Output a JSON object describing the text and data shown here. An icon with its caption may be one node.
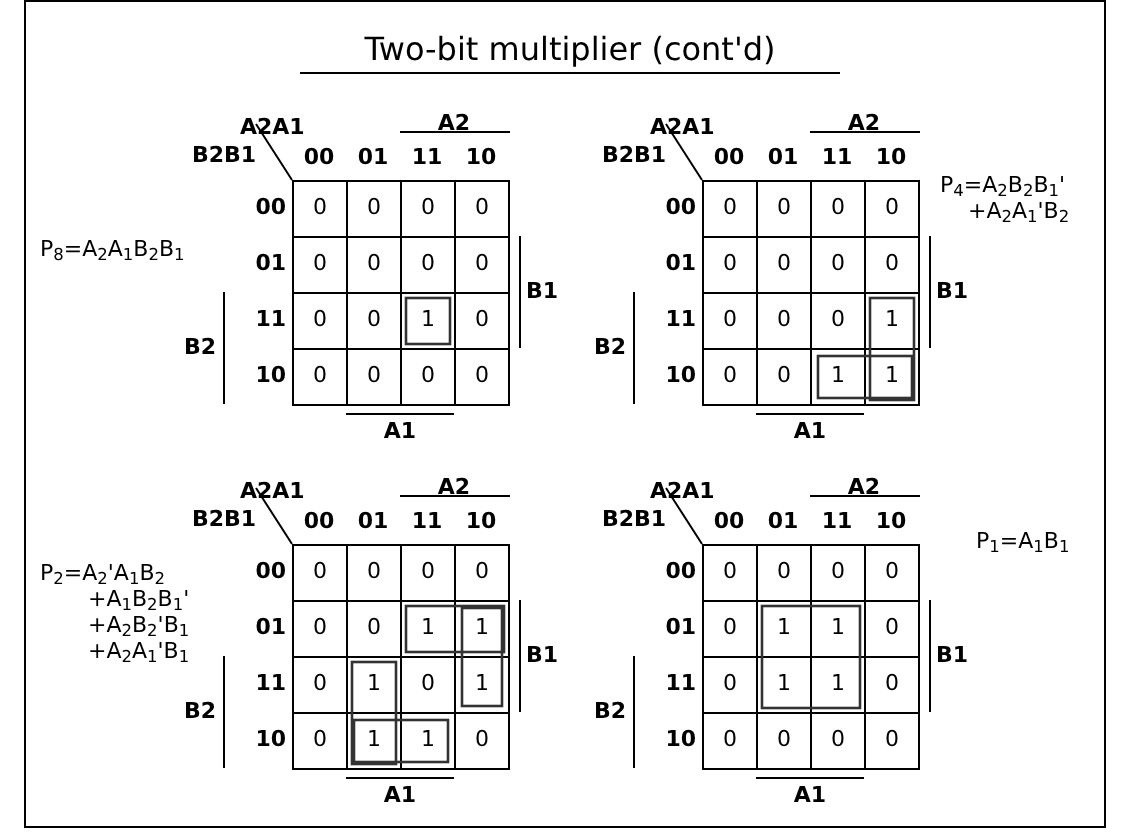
{
  "diagram": {
    "title": "Two-bit multiplier (cont'd)",
    "labels": [
      "P$_{8}$=A$_{2}$A$_{1}$B$_{2}$B$_{1}$",
      "A2A1",
      "A2",
      "B2B1",
      "00",
      "01",
      "11",
      "10",
      "00",
      "0",
      "0",
      "0",
      "0",
      "01",
      "0",
      "0",
      "0",
      "0",
      "11",
      "0",
      "0",
      "1",
      "0",
      "10",
      "0",
      "0",
      "0",
      "0",
      "B1",
      "B2",
      "A1",
      "P$_{4}$=A$_{2}$B$_{2}$B$_{1}$' +A$_{2}$A$_{1}$'B$_{2}$",
      "A2A1",
      "A2",
      "B2B1",
      "00",
      "01",
      "11",
      "10",
      "00",
      "0",
      "0",
      "0",
      "0",
      "01",
      "0",
      "0",
      "0",
      "0",
      "11",
      "0",
      "0",
      "0",
      "1",
      "10",
      "0",
      "0",
      "1",
      "1",
      "B1",
      "B2",
      "A1",
      "P$_{2}$=A$_{2}$'A$_{1}$B$_{2}$ +A$_{1}$B$_{2}$B$_{1}$' +A$_{2}$B$_{2}$'B$_{1}$ +A$_{2}$A$_{1}$'B$_{1}$",
      "A2A1",
      "A2",
      "B2B1",
      "00",
      "01",
      "11",
      "10",
      "00",
      "0",
      "0",
      "0",
      "0",
      "01",
      "0",
      "0",
      "1",
      "1",
      "11",
      "0",
      "1",
      "0",
      "1",
      "10",
      "0",
      "1",
      "1",
      "0",
      "B1",
      "B2",
      "A1",
      "P$_{1}$=A$_{1}$B$_{1}$",
      "A2A1",
      "A2",
      "B2B1",
      "00",
      "01",
      "11",
      "10",
      "00",
      "0",
      "0",
      "0",
      "0",
      "01",
      "0",
      "1",
      "1",
      "0",
      "11",
      "0",
      "1",
      "1",
      "0",
      "10",
      "0",
      "0",
      "0",
      "0",
      "B1",
      "B2",
      "A1"
    ]
  }
}
